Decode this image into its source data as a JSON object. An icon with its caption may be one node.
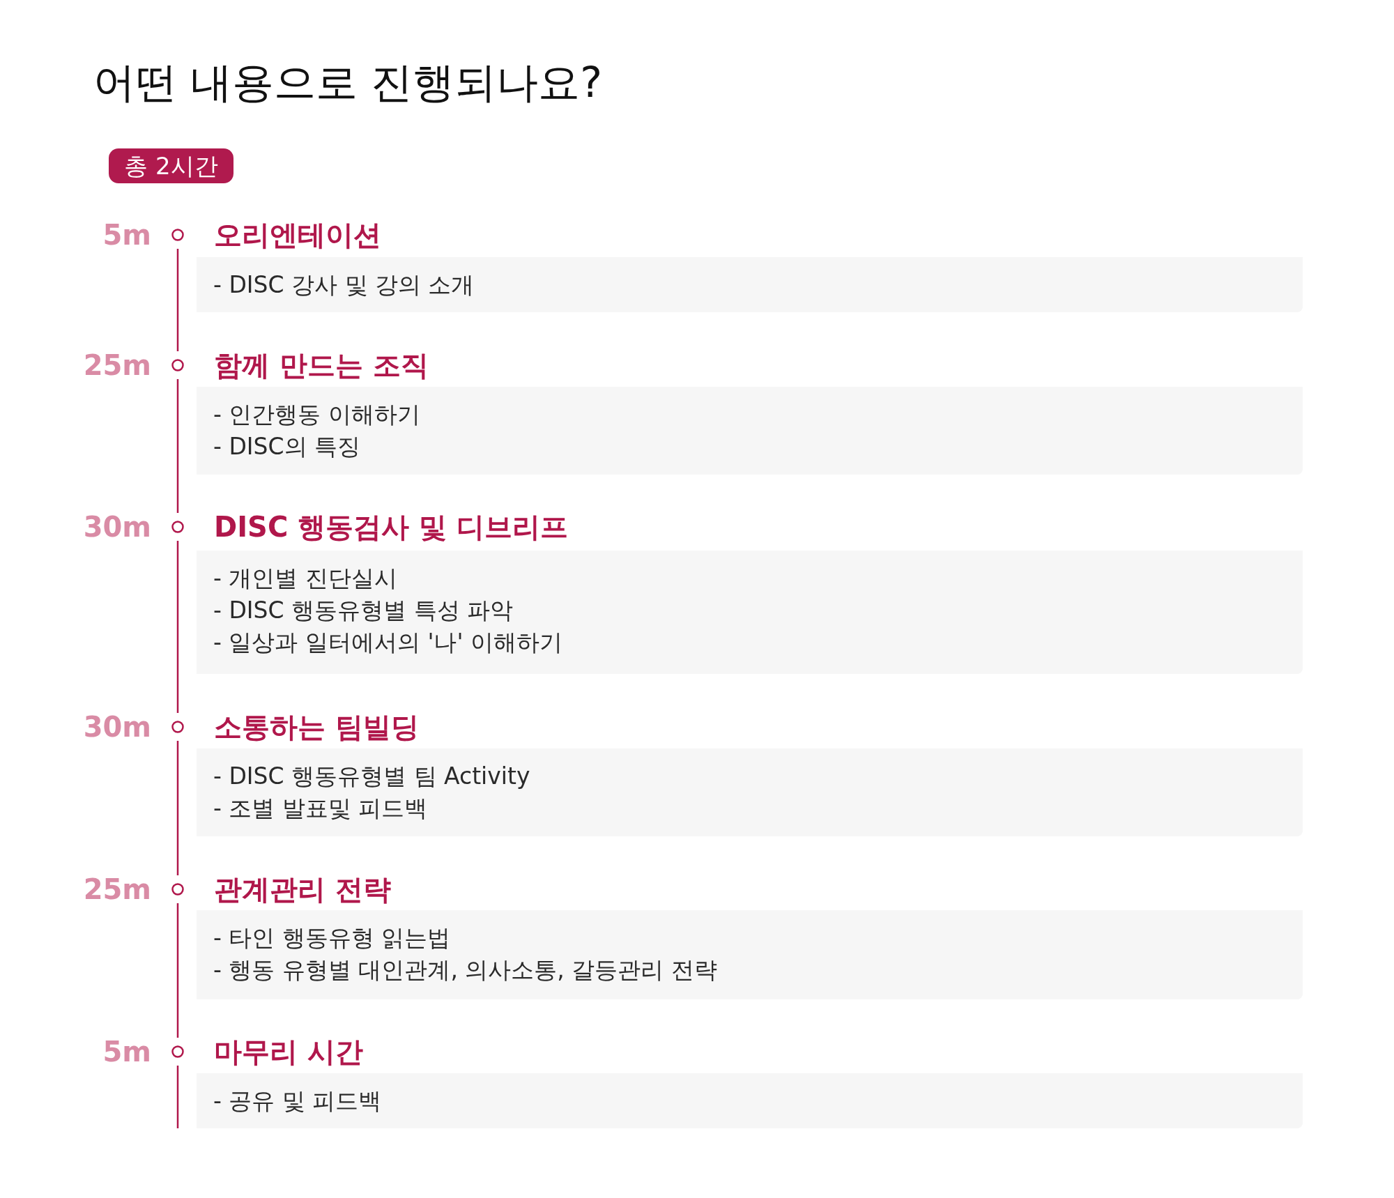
{
  "diagram": {
    "title": "어떤 내용으로 진행되나요?",
    "nodes": [
      {
        "text": [
          "총 2시간"
        ]
      },
      {
        "text": [
          "오리엔테이션",
          "- DISC 강사 및 강의 소개"
        ],
        "beside": [
          "5m"
        ]
      },
      {
        "text": [
          "함께 만드는 조직",
          "- 인간행동 이해하기",
          "- DISC의 특징"
        ],
        "beside": [
          "25m"
        ]
      },
      {
        "text": [
          "DISC 행동검사 및 디브리프",
          "- 개인별 진단실시",
          "- DISC 행동유형별 특성 파악",
          "- 일상과 일터에서의 '나' 이해하기"
        ],
        "beside": [
          "30m"
        ]
      },
      {
        "text": [
          "소통하는 팀빌딩",
          "- DISC 행동유형별 팀 Activity",
          "- 조별 발표및 피드백"
        ],
        "beside": [
          "30m"
        ]
      },
      {
        "text": [
          "관계관리 전략",
          "- 타인 행동유형 읽는법",
          "- 행동 유형별 대인관계, 의사소통, 갈등관리 전략"
        ],
        "beside": [
          "25m"
        ]
      },
      {
        "text": [
          "마무리 시간",
          "- 공유 및 피드백"
        ],
        "beside": [
          "5m"
        ]
      }
    ]
  }
}
